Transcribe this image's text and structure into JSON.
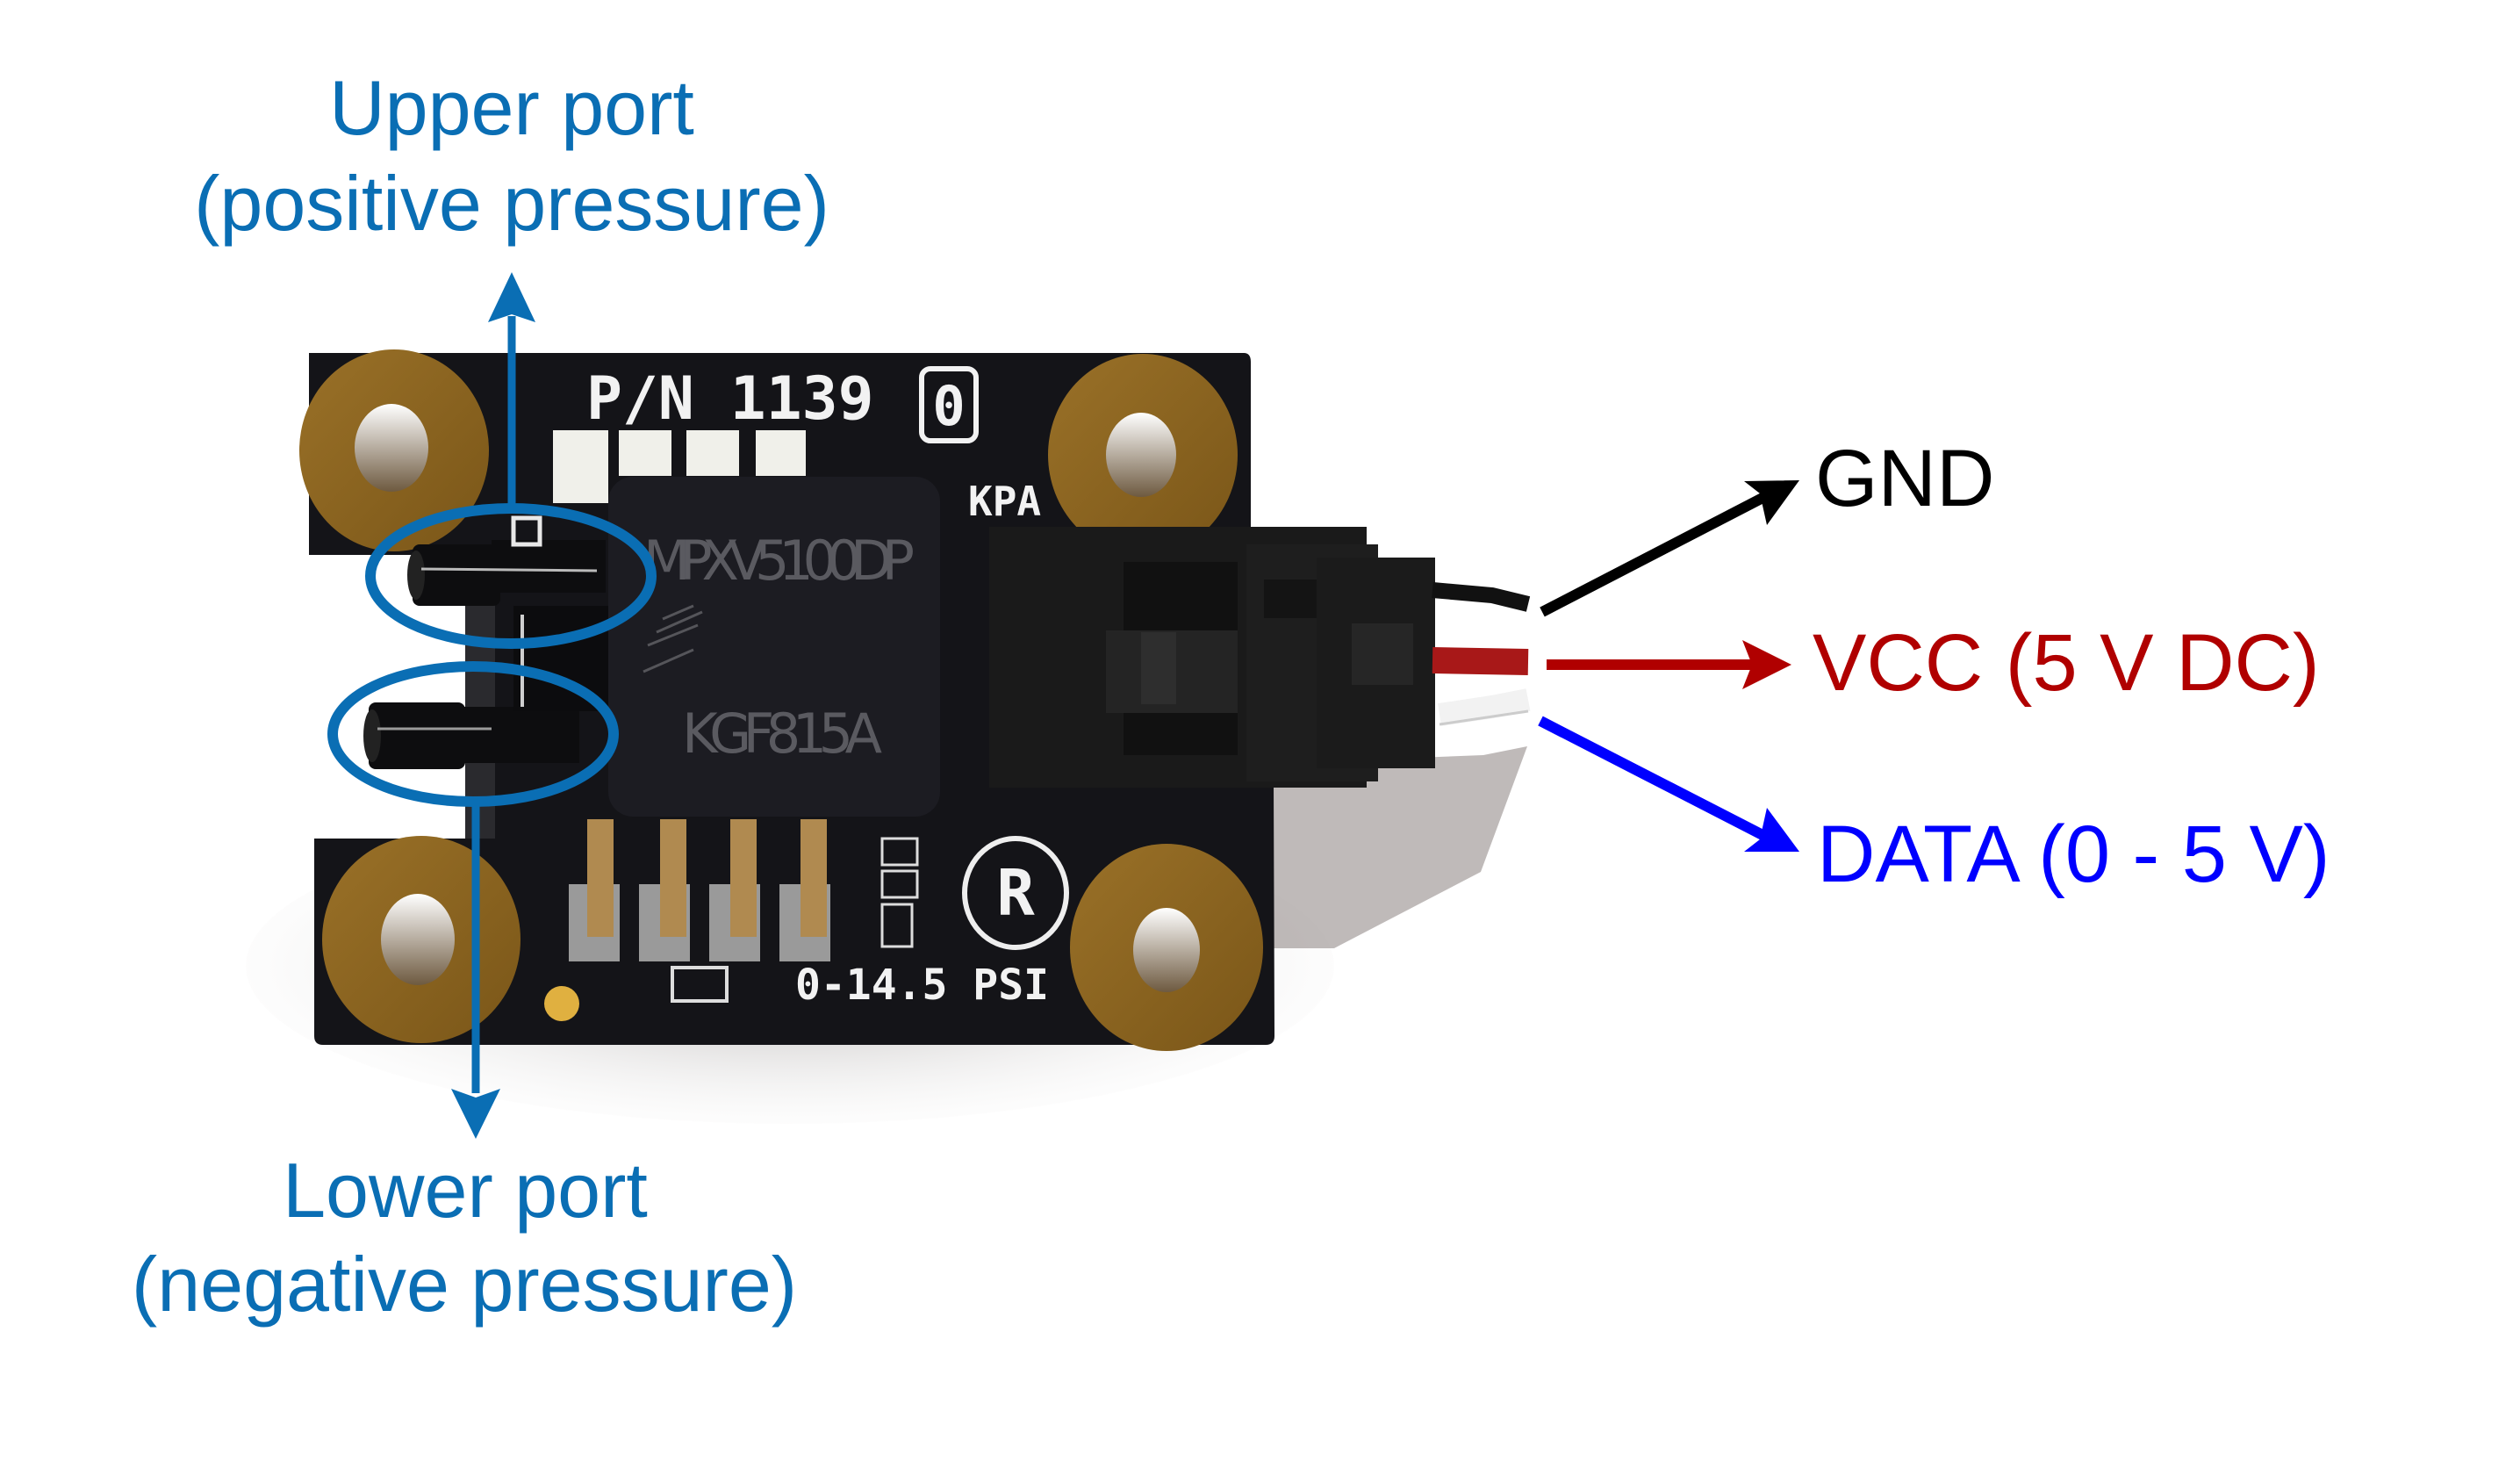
{
  "figure": {
    "subject": "Differential pressure sensor breakout board",
    "background": "#ffffff"
  },
  "ports": {
    "upper": {
      "title": "Upper port",
      "subtitle": "(positive pressure)",
      "color": "#0A6EB4"
    },
    "lower": {
      "title": "Lower port",
      "subtitle": "(negative pressure)",
      "color": "#0A6EB4"
    }
  },
  "pins": [
    {
      "label": "GND",
      "color": "#000000",
      "wire_color": "#111111"
    },
    {
      "label": "VCC (5 V DC)",
      "color": "#B00000",
      "wire_color": "#A81818"
    },
    {
      "label": "DATA (0 - 5 V)",
      "color": "#0000FF",
      "wire_color": "#eeeeee"
    }
  ],
  "board": {
    "part_number": "P/N 1139",
    "revision": "0",
    "range_kpa_label": "KPA",
    "range_psi_label": "0-14.5 PSI",
    "registered_mark": "R",
    "sensor_model": "MPXV5100DP",
    "sensor_lot": "KGF815A",
    "colors": {
      "pcb": "#141418",
      "mount_pad": "#8a6420",
      "sensor": "#1c1c22",
      "connector": "#1a1a1a",
      "pin_gold": "#b08a50",
      "pad_silver": "#9a9a9a"
    }
  }
}
